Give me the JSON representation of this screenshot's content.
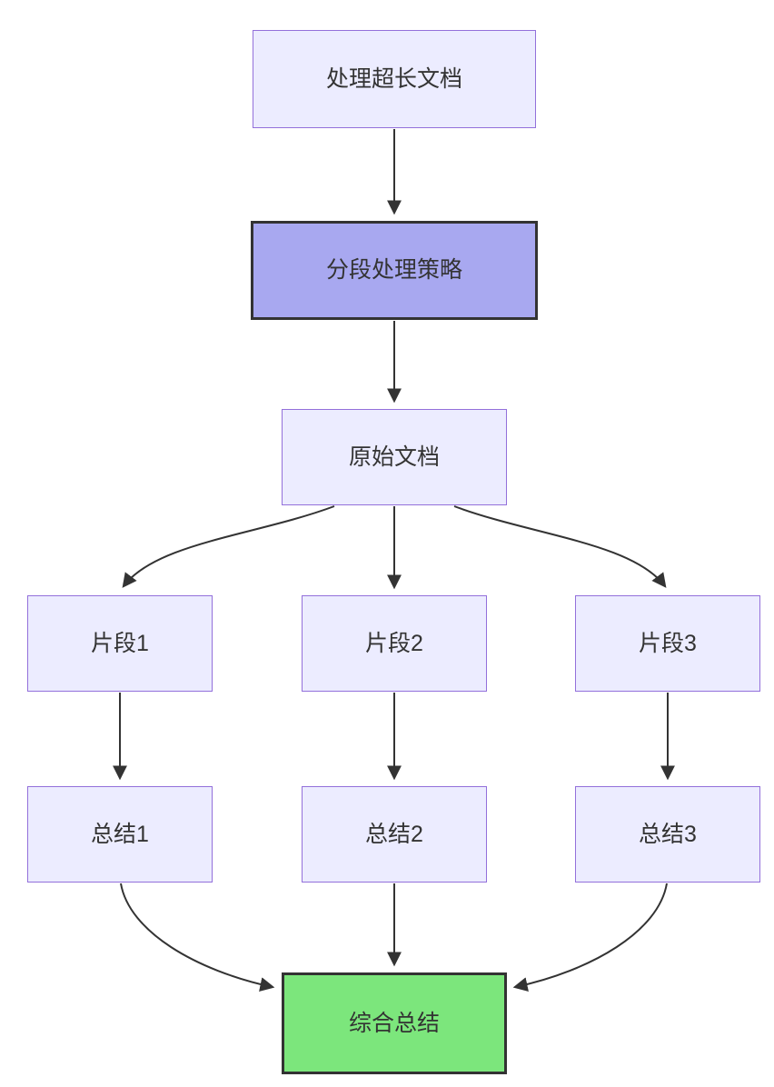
{
  "diagram": {
    "type": "flowchart",
    "direction": "top-down",
    "nodes": {
      "start": {
        "label": "处理超长文档",
        "style": "default"
      },
      "strategy": {
        "label": "分段处理策略",
        "style": "highlight-purple"
      },
      "original": {
        "label": "原始文档",
        "style": "default"
      },
      "fragment1": {
        "label": "片段1",
        "style": "default"
      },
      "fragment2": {
        "label": "片段2",
        "style": "default"
      },
      "fragment3": {
        "label": "片段3",
        "style": "default"
      },
      "summary1": {
        "label": "总结1",
        "style": "default"
      },
      "summary2": {
        "label": "总结2",
        "style": "default"
      },
      "summary3": {
        "label": "总结3",
        "style": "default"
      },
      "final": {
        "label": "综合总结",
        "style": "highlight-green"
      }
    },
    "edges": [
      {
        "from": "start",
        "to": "strategy"
      },
      {
        "from": "strategy",
        "to": "original"
      },
      {
        "from": "original",
        "to": "fragment1"
      },
      {
        "from": "original",
        "to": "fragment2"
      },
      {
        "from": "original",
        "to": "fragment3"
      },
      {
        "from": "fragment1",
        "to": "summary1"
      },
      {
        "from": "fragment2",
        "to": "summary2"
      },
      {
        "from": "fragment3",
        "to": "summary3"
      },
      {
        "from": "summary1",
        "to": "final"
      },
      {
        "from": "summary2",
        "to": "final"
      },
      {
        "from": "summary3",
        "to": "final"
      }
    ],
    "colors": {
      "node_fill": "#ECECFF",
      "node_border": "#9370DB",
      "strategy_fill": "#A8A8F0",
      "strategy_border": "#333333",
      "final_fill": "#7CE67C",
      "final_border": "#333333",
      "edge": "#333333",
      "text": "#333333"
    }
  }
}
